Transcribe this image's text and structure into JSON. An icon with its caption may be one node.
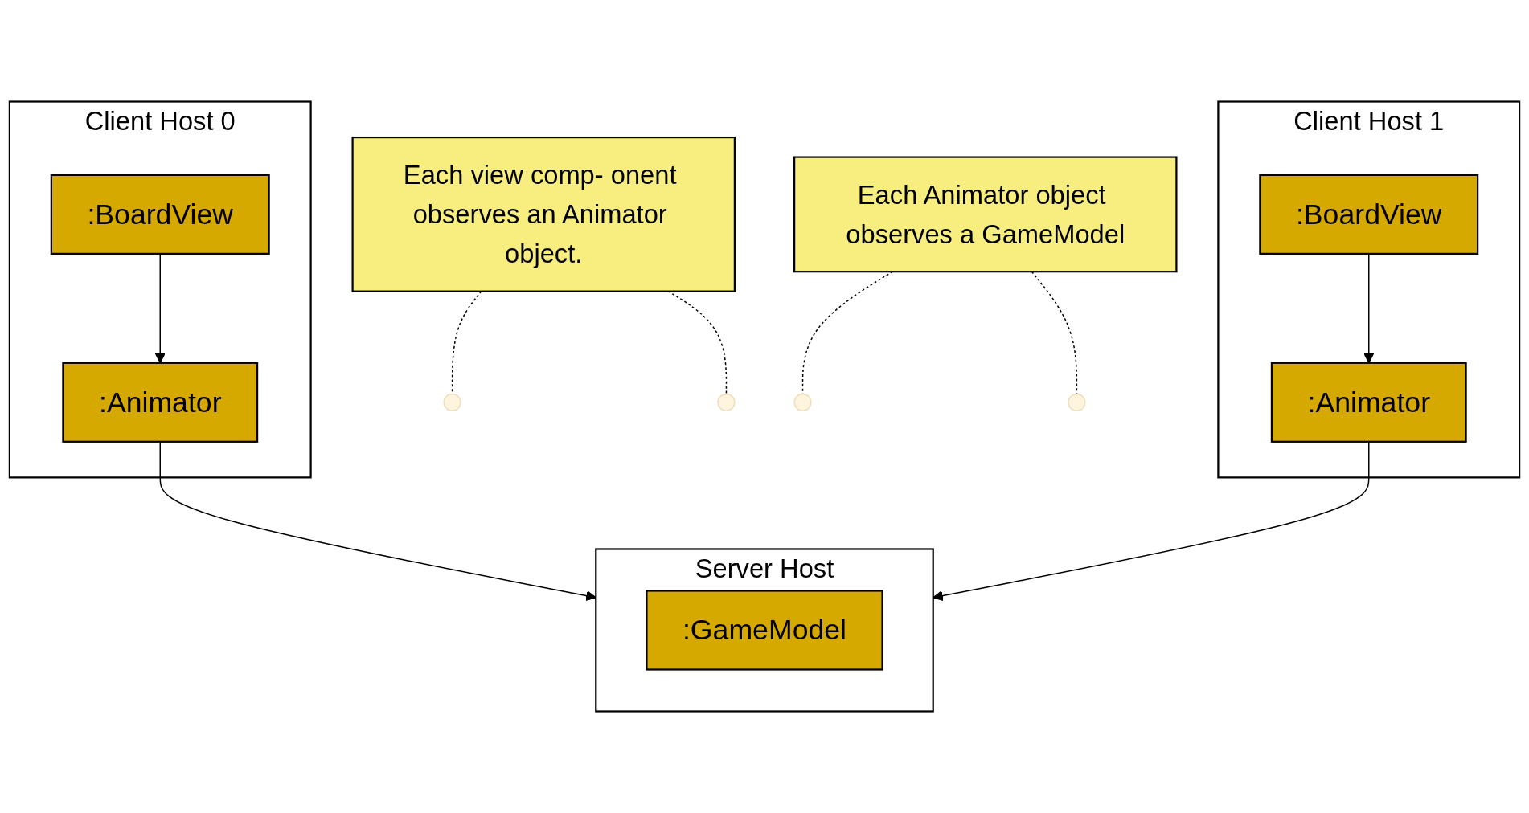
{
  "diagram": {
    "nodes": [
      {
        "text": [
          "Client Host 0"
        ]
      },
      {
        "text": [
          ":BoardView"
        ],
        "in": 0
      },
      {
        "text": [
          ":Animator"
        ],
        "in": 0
      },
      {
        "text": [
          "Client Host 1"
        ]
      },
      {
        "text": [
          ":BoardView"
        ],
        "in": 3
      },
      {
        "text": [
          ":Animator"
        ],
        "in": 3
      },
      {
        "text": [
          "Server Host"
        ]
      },
      {
        "text": [
          ":GameModel"
        ],
        "in": 6
      },
      {
        "text": [
          "Each view comp- onent observes an Animator object."
        ]
      },
      {
        "text": [
          "Each Animator object observes a GameModel"
        ]
      }
    ],
    "edges": [
      {
        "from": 1,
        "to": 2,
        "arrow": "to"
      },
      {
        "from": 4,
        "to": 5,
        "arrow": "to"
      },
      {
        "from": 2,
        "to": 6,
        "arrow": "to"
      },
      {
        "from": 5,
        "to": 6,
        "arrow": "to"
      },
      {
        "from": 8,
        "to": null,
        "arrow": "none",
        "style": "dashed"
      },
      {
        "from": 8,
        "to": null,
        "arrow": "none",
        "style": "dashed"
      },
      {
        "from": 9,
        "to": null,
        "arrow": "none",
        "style": "dashed"
      },
      {
        "from": 9,
        "to": null,
        "arrow": "none",
        "style": "dashed"
      }
    ]
  }
}
